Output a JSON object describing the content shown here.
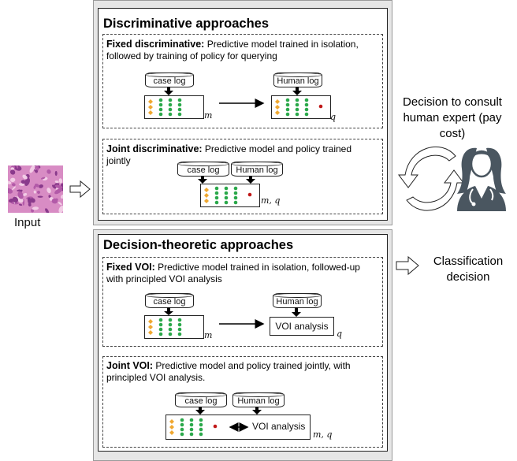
{
  "input_label": "Input",
  "side": {
    "decision_text": "Decision to consult human expert (pay cost)",
    "classification_text": "Classification decision"
  },
  "discriminative": {
    "heading": "Discriminative approaches",
    "fixed": {
      "title": "Fixed discriminative:",
      "description": "Predictive model trained in isolation, followed by training of policy for querying",
      "case_log": "case log",
      "human_log": "Human log",
      "label_m": "m",
      "label_q": "q"
    },
    "joint": {
      "title": "Joint discriminative:",
      "description": "Predictive model and policy trained jointly",
      "case_log": "case log",
      "human_log": "Human log",
      "label_mq": "m, q"
    }
  },
  "decision_theoretic": {
    "heading": "Decision-theoretic approaches",
    "fixed": {
      "title": "Fixed VOI:",
      "description": "Predictive model trained in isolation, followed-up with principled VOI analysis",
      "case_log": "case log",
      "human_log": "Human log",
      "voi": "VOI analysis",
      "label_m": "m",
      "label_q": "q"
    },
    "joint": {
      "title": "Joint VOI:",
      "description": "Predictive model and policy trained jointly, with principled VOI analysis.",
      "case_log": "case log",
      "human_log": "Human log",
      "voi": "VOI analysis",
      "label_mq": "m, q"
    }
  },
  "colors": {
    "panel_bg": "#e6e6e6",
    "node_input": "#f0a830",
    "node_hidden": "#2aa84a",
    "node_output": "#c01818",
    "tissue": "#c470b0"
  }
}
